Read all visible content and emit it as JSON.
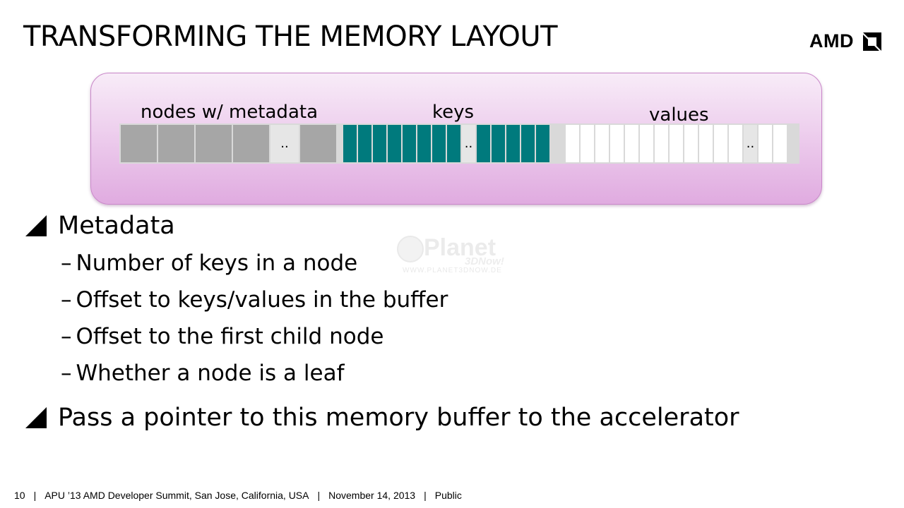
{
  "slide": {
    "title": "TRANSFORMING THE MEMORY LAYOUT",
    "logo_text": "AMD"
  },
  "diagram": {
    "labels": {
      "nodes": "nodes w/ metadata",
      "keys": "keys",
      "values": "values"
    },
    "ellipsis": "..",
    "colors": {
      "panel": "#e8c1e8",
      "node_cell": "#a6a6a6",
      "key_cell": "#007a7d",
      "value_cell": "#ffffff",
      "buffer_bg": "#d9d9d9"
    }
  },
  "bullets": {
    "metadata": {
      "label": "Metadata",
      "items": [
        "Number of keys in a node",
        "Offset to keys/values in the buffer",
        "Offset to the first child node",
        "Whether a node is a leaf"
      ]
    },
    "pointer": "Pass a pointer to this memory buffer to the accelerator"
  },
  "watermark": {
    "main": "Planet",
    "sub": "3DNow!",
    "url": "WWW.PLANET3DNOW.DE"
  },
  "footer": {
    "page": "10",
    "event": "APU ’13 AMD Developer Summit, San Jose, California, USA",
    "date": "November 14, 2013",
    "classification": "Public",
    "separator": "|"
  }
}
